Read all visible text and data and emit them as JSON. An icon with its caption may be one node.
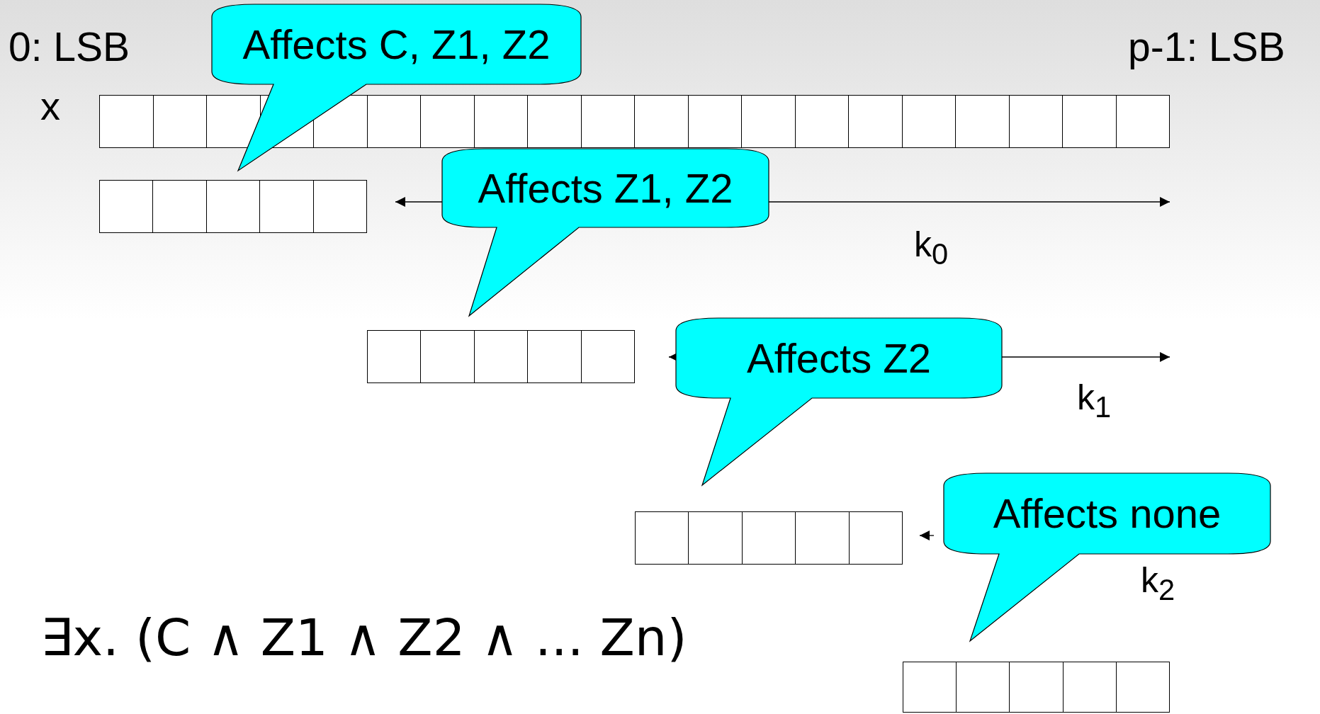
{
  "diagram": {
    "nodes": [
      {
        "text": [
          "Affects C, Z1, Z2"
        ]
      },
      {
        "text": [],
        "shape": "box",
        "beside": [
          "x"
        ]
      },
      {
        "text": [],
        "shape": "box"
      },
      {
        "text": [
          "Affects Z1, Z2"
        ]
      },
      {
        "text": [],
        "shape": "box"
      },
      {
        "text": [
          "Affects Z2"
        ]
      },
      {
        "text": [],
        "shape": "box"
      },
      {
        "text": [
          "Affects none"
        ]
      },
      {
        "text": [],
        "shape": "box"
      }
    ],
    "labels": [
      "0: LSB",
      "p-1: LSB",
      "k$_{0}$",
      "k$_{1}$",
      "k$_{2}$",
      "∃x. (C ∧ Z1 ∧ Z2 ∧ ... Zn)"
    ]
  }
}
